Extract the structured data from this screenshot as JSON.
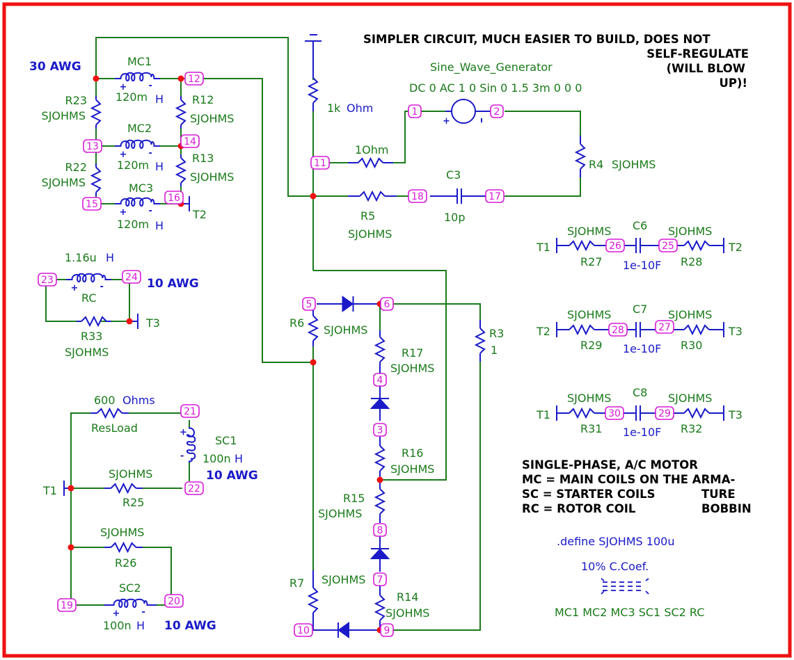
{
  "title_note": [
    "SIMPLER CIRCUIT, MUCH EASIER TO BUILD, DOES NOT",
    "SELF-REGULATE",
    "(WILL BLOW",
    "UP)!"
  ],
  "legend_note": [
    "SINGLE-PHASE, A/C MOTOR",
    "MC = MAIN COILS ON THE ARMA-",
    "SC = STARTER COILS",
    "RC = ROTOR COIL",
    "TURE",
    "BOBBIN"
  ],
  "directive": ".define SJOHMS 100u",
  "coupling": {
    "label": "10% C.Coef.",
    "members": "MC1 MC2 MC3 SC1 SC2 RC"
  },
  "colors": {
    "border": "#ee1111",
    "wire": "#1a7a1a",
    "component": "#1a1ac8",
    "node_pin": "#d81ad8",
    "junction": "#ee1111"
  },
  "wire_gauge": {
    "main": "30 AWG",
    "rotor": "10 AWG",
    "sc1": "10 AWG",
    "sc2": "10 AWG"
  },
  "generator": {
    "name": "Sine_Wave_Generator",
    "spec": "DC 0 AC 1 0 Sin 0 1.5 3m 0 0 0",
    "plus": "+",
    "minus": "-"
  },
  "inductors": {
    "MC1": {
      "name": "MC1",
      "value": "120m",
      "unit": "H"
    },
    "MC2": {
      "name": "MC2",
      "value": "120m",
      "unit": "H"
    },
    "MC3": {
      "name": "MC3",
      "value": "120m",
      "unit": "H"
    },
    "RC": {
      "name": "RC",
      "value": "1.16u",
      "unit": "H"
    },
    "SC1": {
      "name": "SC1",
      "value": "100n",
      "unit": "H"
    },
    "SC2": {
      "name": "SC2",
      "value": "100n",
      "unit": "H"
    }
  },
  "resistors": {
    "R23": {
      "name": "R23",
      "value": "SJOHMS"
    },
    "R12": {
      "name": "R12",
      "value": "SJOHMS"
    },
    "R22": {
      "name": "R22",
      "value": "SJOHMS"
    },
    "R13": {
      "name": "R13",
      "value": "SJOHMS"
    },
    "R1k": {
      "value": "1k",
      "unit": "Ohm"
    },
    "R1": {
      "value": "1Ohm"
    },
    "R4": {
      "name": "R4",
      "value": "SJOHMS"
    },
    "R5": {
      "name": "R5",
      "value": "SJOHMS"
    },
    "R33": {
      "name": "R33",
      "value": "SJOHMS"
    },
    "R6": {
      "name": "R6",
      "value": "SJOHMS"
    },
    "R3": {
      "name": "R3",
      "value": "1"
    },
    "R17": {
      "name": "R17",
      "value": "SJOHMS"
    },
    "R16": {
      "name": "R16",
      "value": "SJOHMS"
    },
    "R15": {
      "name": "R15",
      "value": "SJOHMS"
    },
    "R14": {
      "name": "R14",
      "value": "SJOHMS"
    },
    "R7": {
      "name": "R7",
      "value": "SJOHMS"
    },
    "ResLoad": {
      "name": "ResLoad",
      "value": "600",
      "unit": "Ohms"
    },
    "R25": {
      "name": "R25",
      "value": "SJOHMS"
    },
    "R26": {
      "name": "R26",
      "value": "SJOHMS"
    },
    "R27": {
      "name": "R27",
      "value": "SJOHMS"
    },
    "R28": {
      "name": "R28",
      "value": "SJOHMS"
    },
    "R29": {
      "name": "R29",
      "value": "SJOHMS"
    },
    "R30": {
      "name": "R30",
      "value": "SJOHMS"
    },
    "R31": {
      "name": "R31",
      "value": "SJOHMS"
    },
    "R32": {
      "name": "R32",
      "value": "SJOHMS"
    }
  },
  "capacitors": {
    "C3": {
      "name": "C3",
      "value": "10p"
    },
    "C6": {
      "name": "C6",
      "value": "1e-10F"
    },
    "C7": {
      "name": "C7",
      "value": "1e-10F"
    },
    "C8": {
      "name": "C8",
      "value": "1e-10F"
    }
  },
  "terminals": {
    "T1": "T1",
    "T2": "T2",
    "T3": "T3"
  },
  "nodes": [
    "1",
    "2",
    "3",
    "4",
    "5",
    "6",
    "7",
    "8",
    "9",
    "10",
    "11",
    "12",
    "13",
    "14",
    "15",
    "16",
    "17",
    "18",
    "19",
    "20",
    "21",
    "22",
    "23",
    "24",
    "25",
    "26",
    "27",
    "28",
    "29",
    "30"
  ]
}
